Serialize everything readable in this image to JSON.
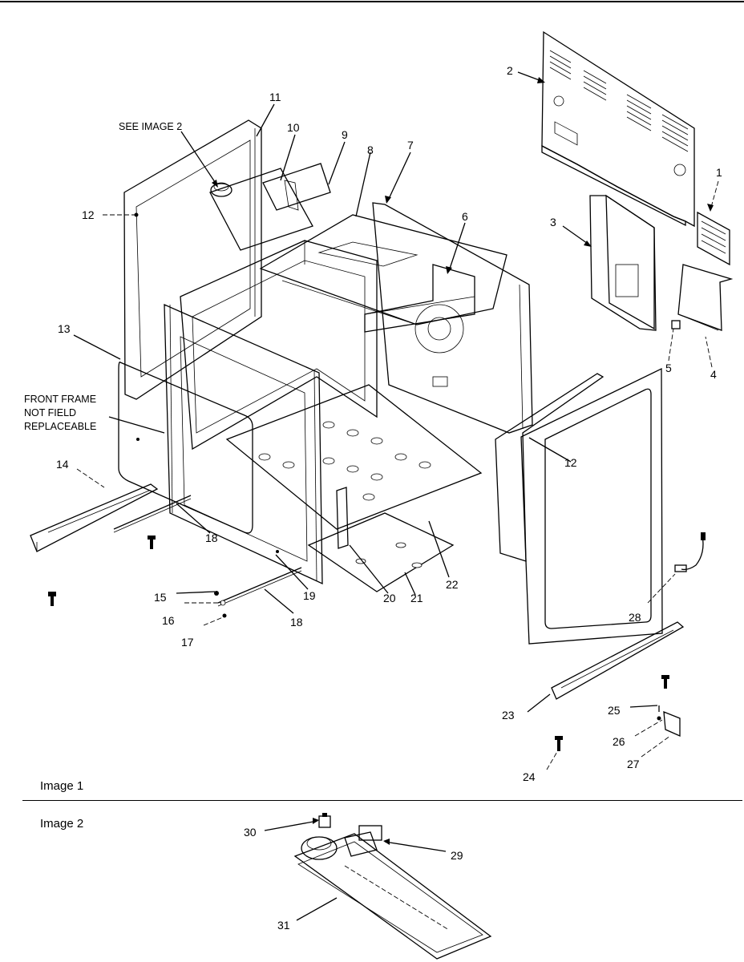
{
  "captions": {
    "image1": "Image 1",
    "image2": "Image 2"
  },
  "notes": {
    "see_image_2": "SEE IMAGE 2",
    "front_frame_line1": "FRONT FRAME",
    "front_frame_line2": "NOT FIELD",
    "front_frame_line3": "REPLACEABLE"
  },
  "callouts": {
    "c1": "1",
    "c2": "2",
    "c3": "3",
    "c4": "4",
    "c5": "5",
    "c6": "6",
    "c7": "7",
    "c8": "8",
    "c9": "9",
    "c10": "10",
    "c11": "11",
    "c12a": "12",
    "c12b": "12",
    "c13": "13",
    "c14": "14",
    "c15": "15",
    "c16": "16",
    "c17": "17",
    "c18a": "18",
    "c18b": "18",
    "c19": "19",
    "c20": "20",
    "c21": "21",
    "c22": "22",
    "c23": "23",
    "c24": "24",
    "c25": "25",
    "c26": "26",
    "c27": "27",
    "c28": "28",
    "c29": "29",
    "c30": "30",
    "c31": "31"
  }
}
